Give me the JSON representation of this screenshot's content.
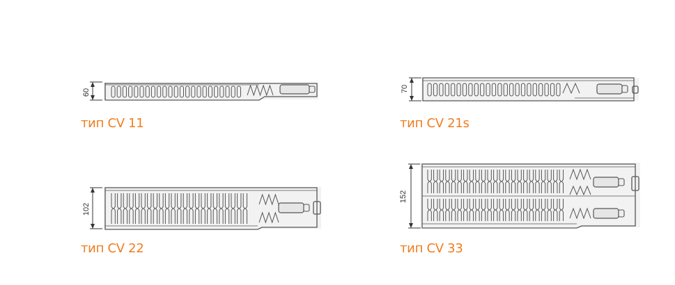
{
  "colors": {
    "label": "#f07d1e",
    "outline": "#555555",
    "panel_fill": "#f2f2f2",
    "dimension_line": "#333333"
  },
  "radiators": [
    {
      "type_label": "тип CV 11",
      "dimension": "60"
    },
    {
      "type_label": "тип CV 21s",
      "dimension": "70"
    },
    {
      "type_label": "тип CV 22",
      "dimension": "102"
    },
    {
      "type_label": "тип CV 33",
      "dimension": "152"
    }
  ]
}
